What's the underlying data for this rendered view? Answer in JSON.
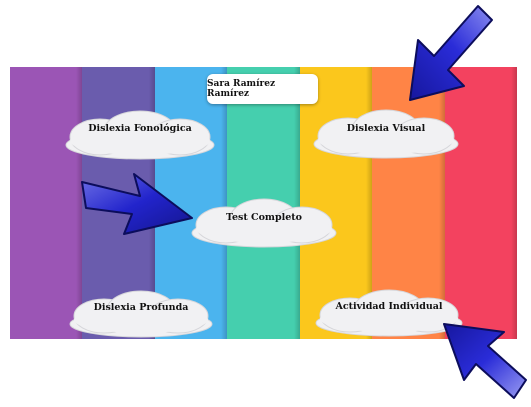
{
  "title_card": {
    "name": "Sara Ramírez Ramírez"
  },
  "stripes": [
    {
      "color": "#9b55b5"
    },
    {
      "color": "#6a5cad"
    },
    {
      "color": "#4bb4ee"
    },
    {
      "color": "#45cfae"
    },
    {
      "color": "#fbc71c"
    },
    {
      "color": "#ff8446"
    },
    {
      "color": "#f3425f"
    }
  ],
  "clouds": {
    "fonologica": "Dislexia Fonológica",
    "visual": "Dislexia Visual",
    "test": "Test Completo",
    "profunda": "Dislexia Profunda",
    "actividad": "Actividad Individual"
  },
  "arrows": {
    "color": "#1f20c9",
    "icons": [
      "arrow-top-right-icon",
      "arrow-left-icon",
      "arrow-bottom-right-icon"
    ]
  }
}
